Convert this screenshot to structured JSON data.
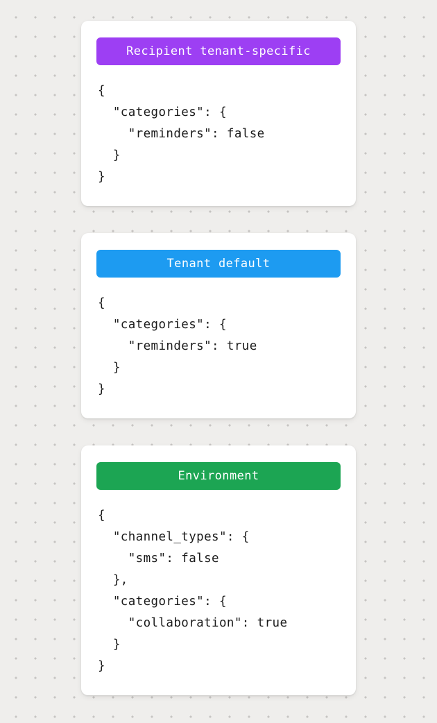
{
  "canvas": {
    "background_color": "#efeeec",
    "dot_color": "#c6c4c2"
  },
  "cards": [
    {
      "badge": {
        "label": "Recipient tenant-specific",
        "color": "#9D3FF3"
      },
      "code": "{\n  \"categories\": {\n    \"reminders\": false\n  }\n}"
    },
    {
      "badge": {
        "label": "Tenant default",
        "color": "#1D9BF1"
      },
      "code": "{\n  \"categories\": {\n    \"reminders\": true\n  }\n}"
    },
    {
      "badge": {
        "label": "Environment",
        "color": "#1CA553"
      },
      "code": "{\n  \"channel_types\": {\n    \"sms\": false\n  },\n  \"categories\": {\n    \"collaboration\": true\n  }\n}"
    }
  ]
}
